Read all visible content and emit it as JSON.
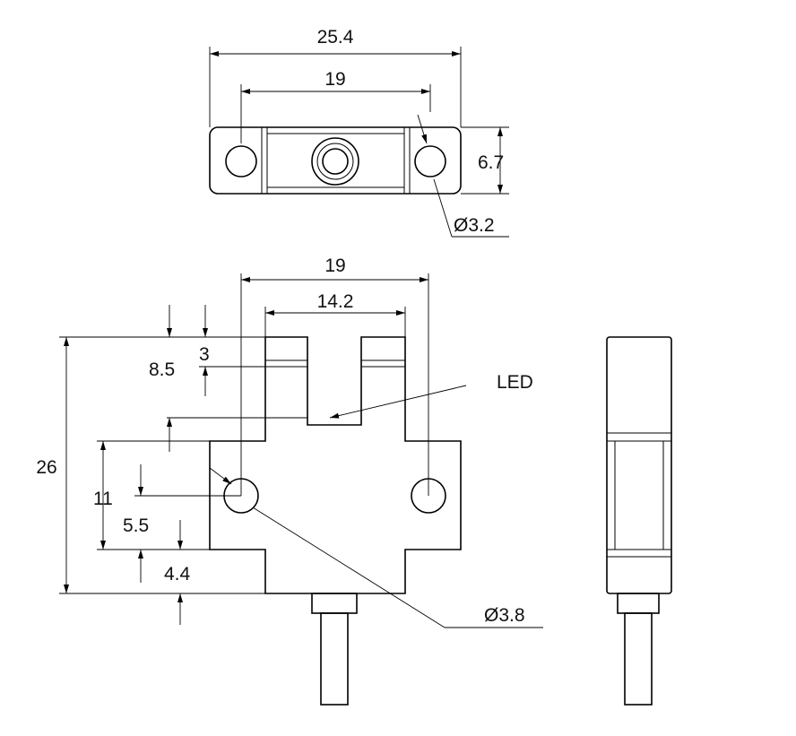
{
  "top_view": {
    "overall_width": "25.4",
    "hole_spacing": "19",
    "height": "6.7",
    "hole_diameter": "Ø3.2"
  },
  "front_view": {
    "hole_spacing": "19",
    "slot_width": "14.2",
    "total_height": "26",
    "slot_depth": "8.5",
    "top_step": "3",
    "flange_height": "11",
    "hole_height": "5.5",
    "bottom_step": "4.4",
    "hole_diameter": "Ø3.8",
    "led_label": "LED"
  }
}
